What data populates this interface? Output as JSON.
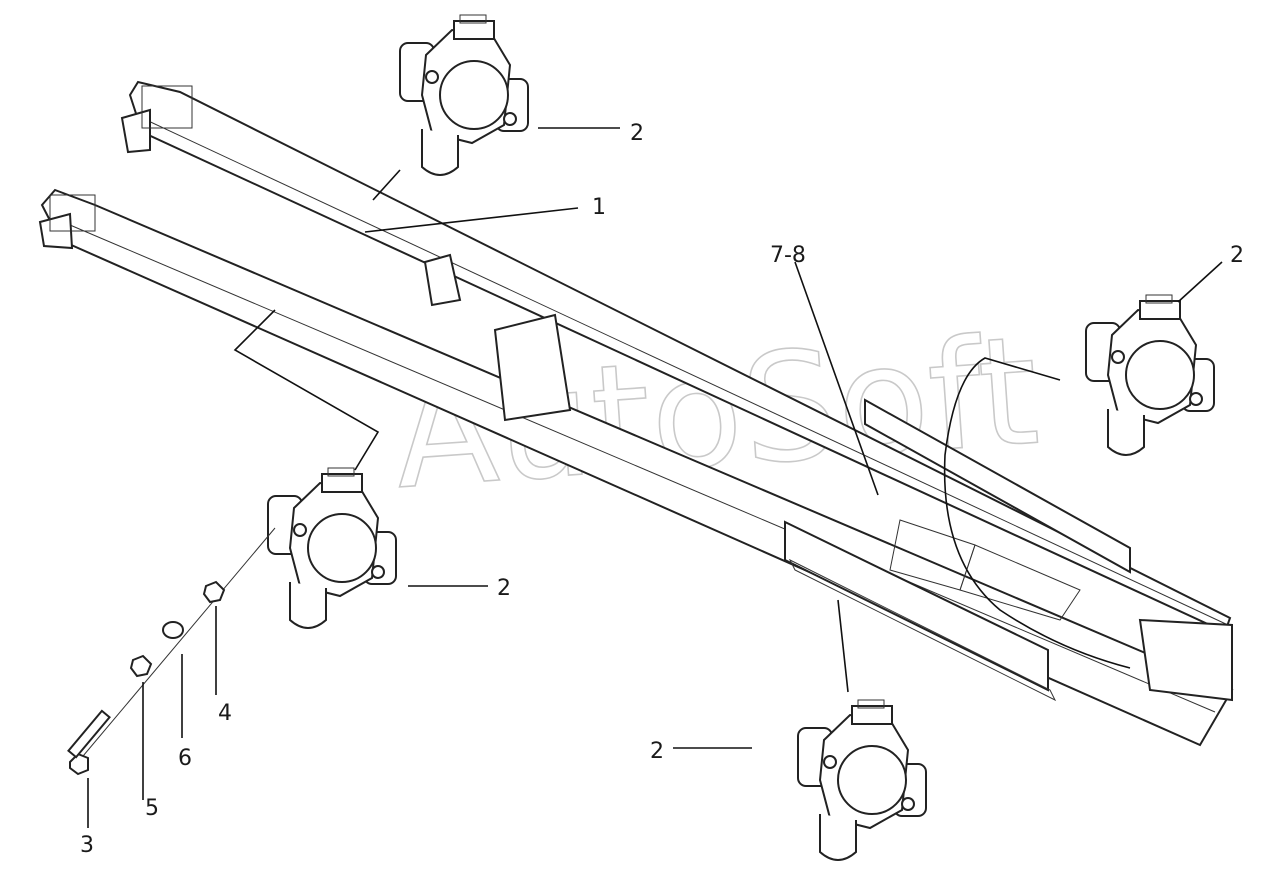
{
  "watermark": "AutoSoft",
  "callouts": {
    "c1": "1",
    "c2_top": "2",
    "c2_right": "2",
    "c2_mid": "2",
    "c2_bottom": "2",
    "c3": "3",
    "c4": "4",
    "c5": "5",
    "c6": "6",
    "c78": "7-8"
  }
}
